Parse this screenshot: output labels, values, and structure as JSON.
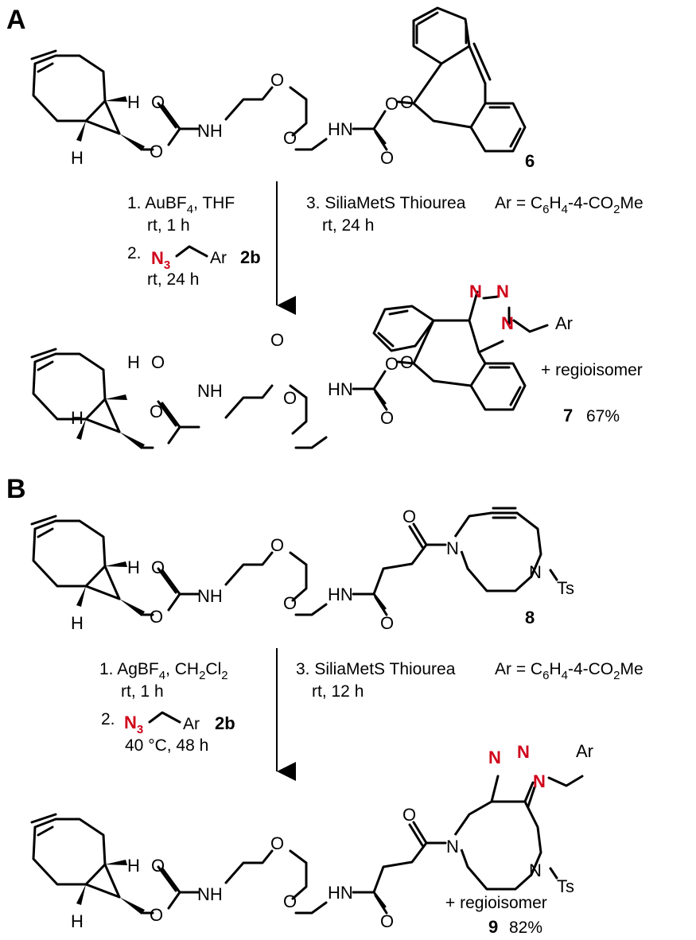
{
  "panels": {
    "a": {
      "label": "A",
      "conditions": {
        "step1_line1": "1. AuBF",
        "step1_line1_sub": "4",
        "step1_line1_tail": ", THF",
        "step1_line2": "rt, 1 h",
        "step2_prefix": "2.",
        "step2_azide": "N",
        "step2_azide_sub": "3",
        "step2_ar": "Ar",
        "step2_cmpd": "2b",
        "step2_line2": "rt, 24 h",
        "step3_line1": "3. SiliaMetS Thiourea",
        "step3_line2": "rt, 24 h",
        "ar_def": "Ar = C",
        "ar_def_sub1": "6",
        "ar_def_mid": "H",
        "ar_def_sub2": "4",
        "ar_def_tail": "-4-CO",
        "ar_def_sub3": "2",
        "ar_def_end": "Me"
      },
      "starting_material": {
        "number": "6"
      },
      "product": {
        "number": "7",
        "yield": "67%",
        "note": "+ regioisomer",
        "triazole_n": "N",
        "substituent": "Ar"
      }
    },
    "b": {
      "label": "B",
      "conditions": {
        "step1_line1": "1. AgBF",
        "step1_line1_sub": "4",
        "step1_line1_tail": ", CH",
        "step1_sub2": "2",
        "step1_cl": "Cl",
        "step1_sub3": "2",
        "step1_line2": "rt, 1 h",
        "step2_prefix": "2.",
        "step2_azide": "N",
        "step2_azide_sub": "3",
        "step2_ar": "Ar",
        "step2_cmpd": "2b",
        "step2_line2": "40 °C, 48 h",
        "step3_line1": "3. SiliaMetS Thiourea",
        "step3_line2": "rt, 12 h",
        "ar_def": "Ar = C",
        "ar_def_sub1": "6",
        "ar_def_mid": "H",
        "ar_def_sub2": "4",
        "ar_def_tail": "-4-CO",
        "ar_def_sub3": "2",
        "ar_def_end": "Me"
      },
      "starting_material": {
        "number": "8",
        "ts": "Ts",
        "n": "N"
      },
      "product": {
        "number": "9",
        "yield": "82%",
        "note": "+ regioisomer",
        "triazole_n": "N",
        "substituent": "Ar",
        "ts": "Ts"
      }
    }
  },
  "atoms": {
    "H": "H",
    "O": "O",
    "NH": "NH",
    "HN": "HN",
    "N": "N"
  },
  "colors": {
    "azide_red": "#d0021b",
    "ink": "#000000"
  }
}
